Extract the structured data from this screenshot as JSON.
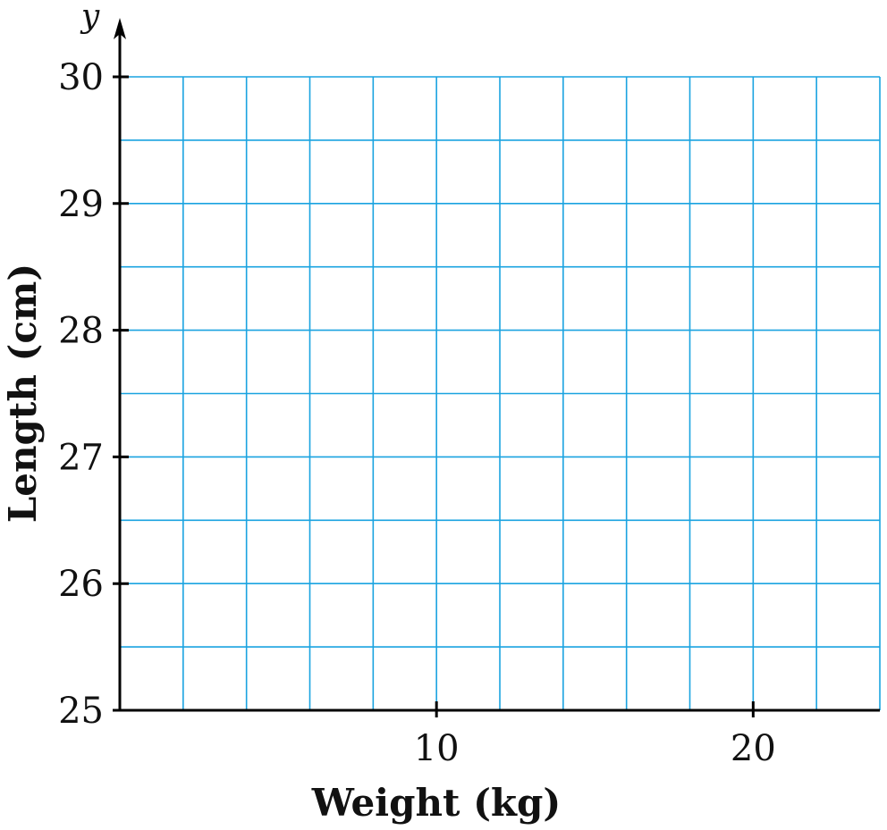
{
  "chart_data": {
    "type": "scatter",
    "title": "",
    "xlabel": "Weight (kg)",
    "ylabel": "Length (cm)",
    "y_axis_variable": "y",
    "xlim": [
      0,
      24
    ],
    "ylim": [
      25,
      30
    ],
    "x_ticks": [
      10,
      20
    ],
    "x_tick_labels": [
      "10",
      "20"
    ],
    "y_ticks": [
      25,
      26,
      27,
      28,
      29,
      30
    ],
    "y_tick_labels": [
      "25",
      "26",
      "27",
      "28",
      "29",
      "30"
    ],
    "grid": true,
    "x_grid_step": 2,
    "y_grid_step": 0.5,
    "grid_color": "#1aa3e0",
    "axis_color": "#000000",
    "series": []
  }
}
